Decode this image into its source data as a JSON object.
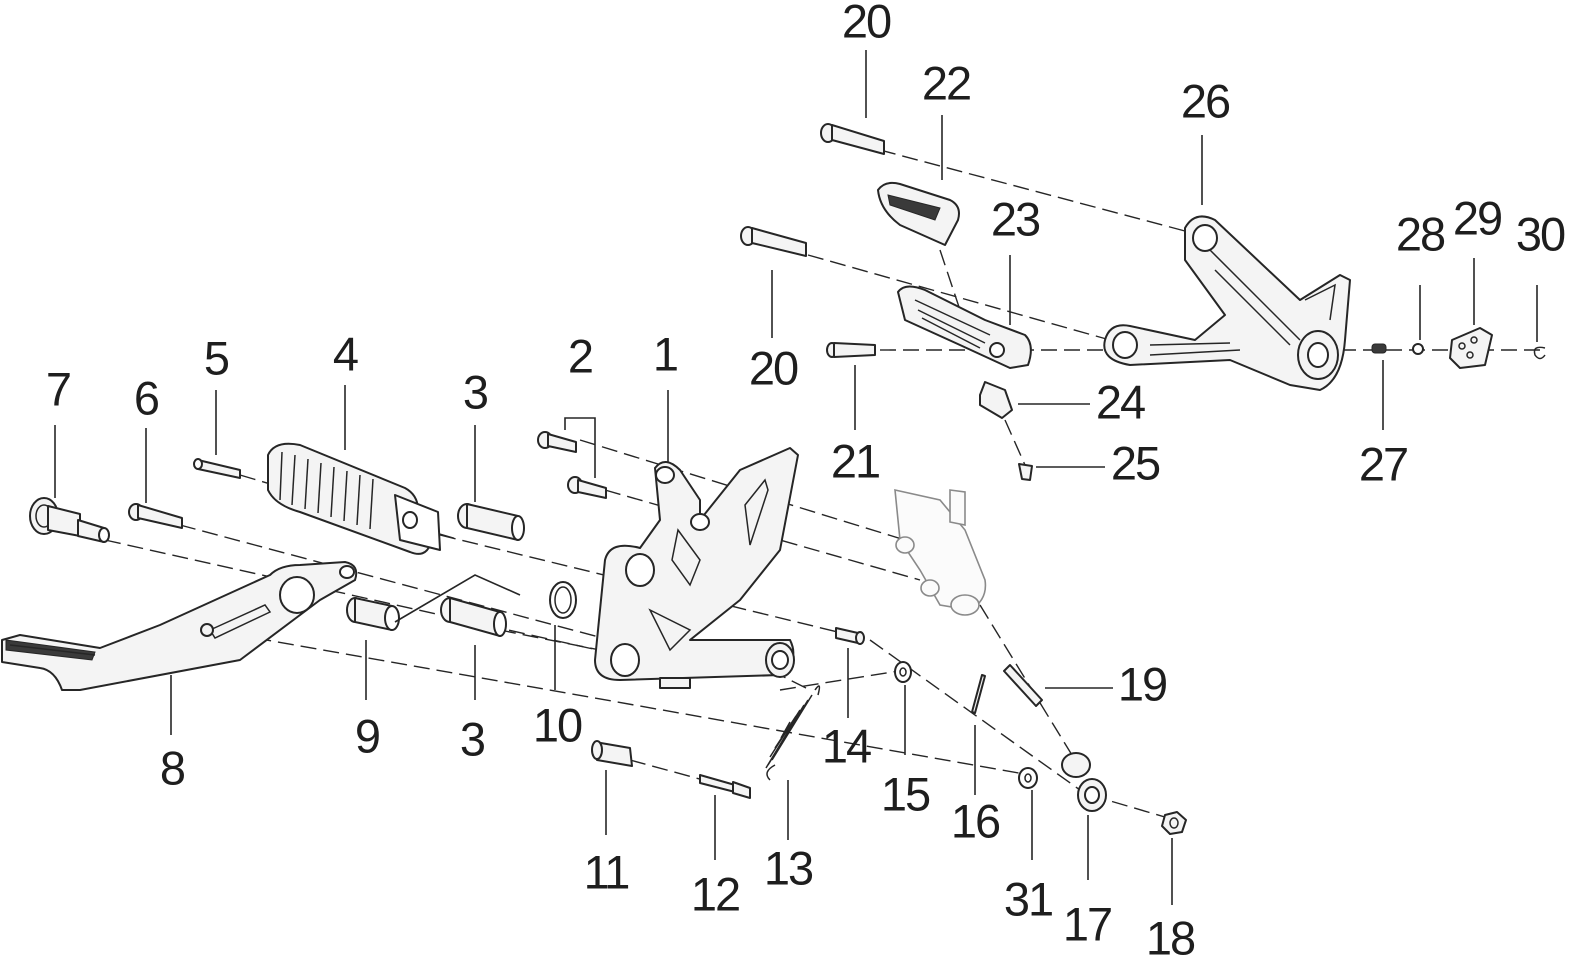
{
  "callouts": {
    "c1": "1",
    "c2": "2",
    "c3a": "3",
    "c3b": "3",
    "c4": "4",
    "c5": "5",
    "c6": "6",
    "c7": "7",
    "c8": "8",
    "c9": "9",
    "c10": "10",
    "c11": "11",
    "c12": "12",
    "c13": "13",
    "c14": "14",
    "c15": "15",
    "c16": "16",
    "c17": "17",
    "c18": "18",
    "c19": "19",
    "c20a": "20",
    "c20b": "20",
    "c21": "21",
    "c22": "22",
    "c23": "23",
    "c24": "24",
    "c25": "25",
    "c26": "26",
    "c27": "27",
    "c28": "28",
    "c29": "29",
    "c30": "30",
    "c31": "31"
  },
  "colors": {
    "ink": "#262626",
    "ghost": "#8a8a8a",
    "paper": "#ffffff"
  }
}
